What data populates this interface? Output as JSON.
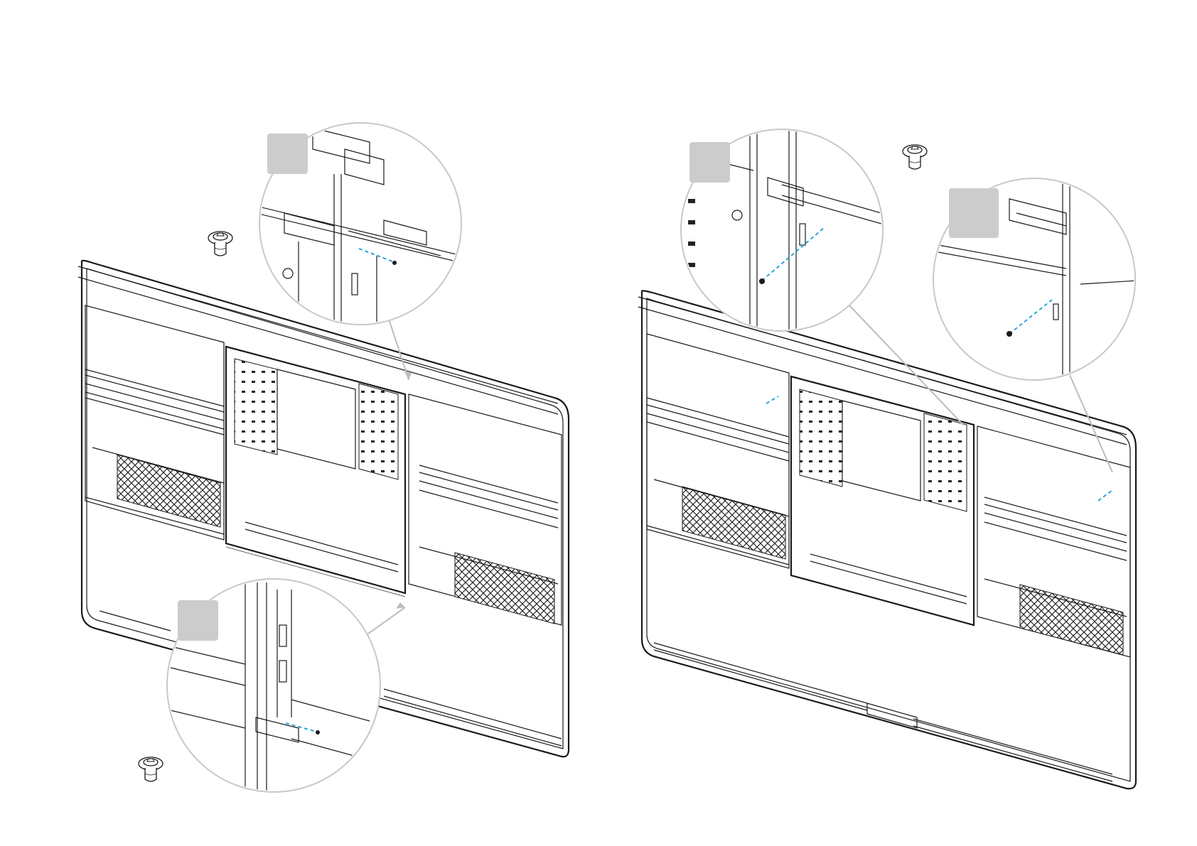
{
  "colors": {
    "line": "#1a1a1a",
    "callout_border": "#c8c8c8",
    "step_badge": "#cccccc",
    "guide_dash": "#29a3d9"
  },
  "icons": {
    "screw": "flanged-hex-screw-icon"
  },
  "panels": [
    {
      "name": "left-assembly",
      "callouts": 2,
      "screws": 2
    },
    {
      "name": "right-assembly",
      "callouts": 2,
      "screws": 1
    }
  ]
}
